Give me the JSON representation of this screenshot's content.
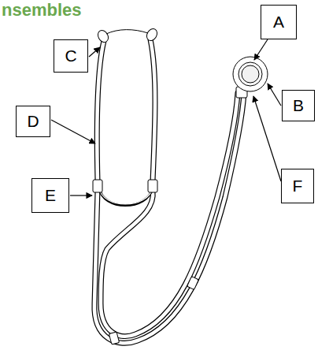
{
  "diagram": {
    "title": "nsembles",
    "nodes": [
      {
        "text": [
          "A"
        ]
      },
      {
        "text": [
          "B"
        ]
      },
      {
        "text": [
          "F"
        ]
      },
      {
        "text": [
          "C"
        ]
      },
      {
        "text": [
          "D"
        ]
      },
      {
        "text": [
          "E"
        ]
      }
    ]
  }
}
